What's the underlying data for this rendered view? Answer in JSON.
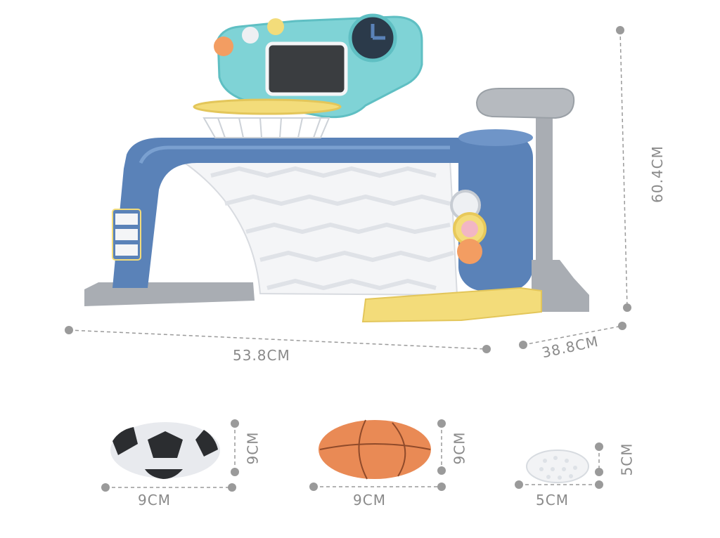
{
  "dimensions": {
    "height": "60.4CM",
    "width": "53.8CM",
    "depth": "38.8CM",
    "soccer_width": "9CM",
    "soccer_height": "9CM",
    "basketball_width": "9CM",
    "basketball_height": "9CM",
    "golf_width": "5CM",
    "golf_height": "5CM"
  },
  "colors": {
    "frame_blue": "#5a82b8",
    "teal_board": "#7fd3d6",
    "yellow": "#f3dc7a",
    "gray": "#a9adb3",
    "net_white": "#f4f5f7",
    "basketball_orange": "#e98a55",
    "dim_line": "#9a9a9a"
  },
  "objects": [
    "goal-frame-icon",
    "basketball-hoop-icon",
    "backboard-icon",
    "golf-club-icon",
    "soccer-ball-icon",
    "basketball-icon",
    "golf-ball-icon"
  ]
}
